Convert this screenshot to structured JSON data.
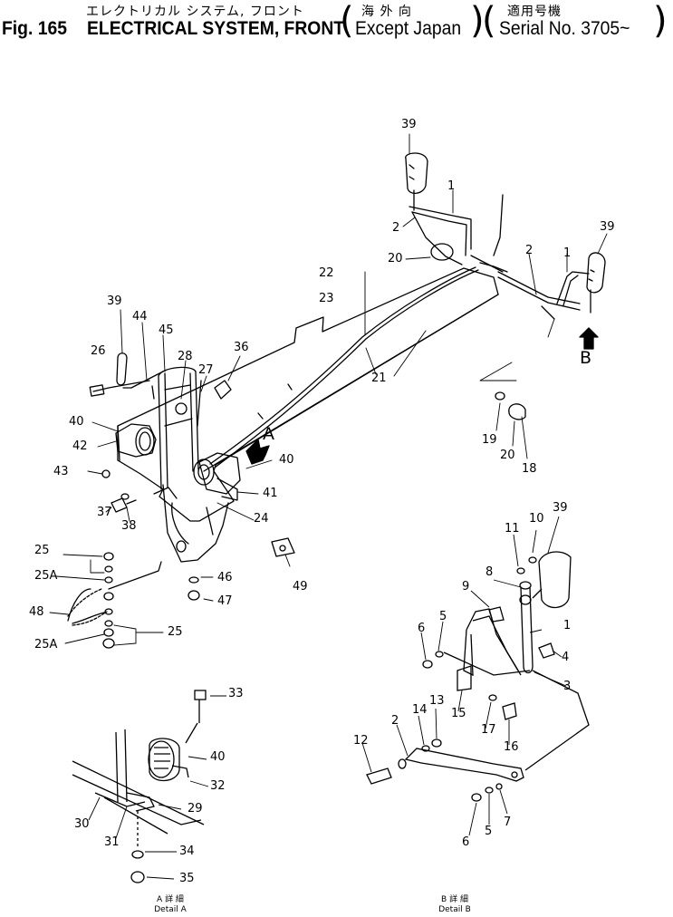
{
  "header": {
    "title_jp": "エレクトリカル システム, フロント",
    "except_jp": "海 外 向",
    "serial_jp": "適用号機",
    "fig_label": "Fig. 165",
    "title_en": "ELECTRICAL SYSTEM, FRONT",
    "except_en": "Except Japan",
    "serial_en": "Serial No. 3705~"
  },
  "callouts_main": [
    "39",
    "1",
    "2",
    "20",
    "39",
    "2",
    "1",
    "B",
    "22",
    "23",
    "21",
    "39",
    "44",
    "45",
    "26",
    "28",
    "27",
    "36",
    "40",
    "42",
    "A",
    "40",
    "43",
    "41",
    "24",
    "37",
    "38",
    "49",
    "25",
    "25A",
    "46",
    "47",
    "48",
    "25",
    "25A",
    "19",
    "20",
    "18"
  ],
  "callouts_detail_a": [
    "33",
    "40",
    "32",
    "29",
    "30",
    "31",
    "34",
    "35"
  ],
  "callouts_detail_b": [
    "11",
    "10",
    "39",
    "8",
    "9",
    "5",
    "6",
    "1",
    "4",
    "3",
    "15",
    "14",
    "13",
    "17",
    "16",
    "2",
    "12",
    "6",
    "5",
    "7"
  ],
  "detail_a": {
    "caption_jp": "A 詳 細",
    "caption_en": "Detail A"
  },
  "detail_b": {
    "caption_jp": "B 詳 細",
    "caption_en": "Detail B"
  }
}
